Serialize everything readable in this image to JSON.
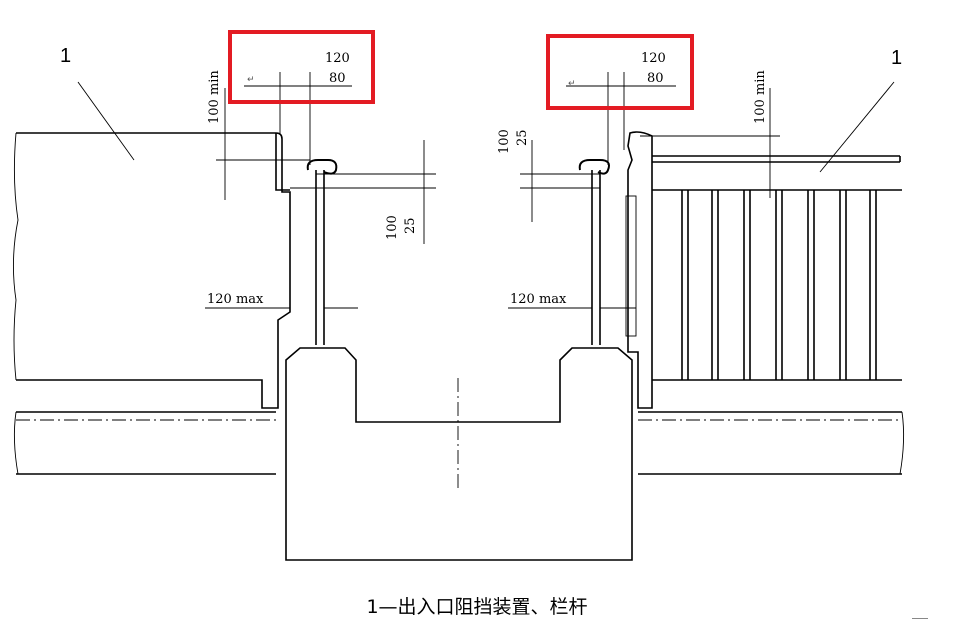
{
  "labels": {
    "item_left": "1",
    "item_right": "1"
  },
  "dimensions": {
    "left_top_120": "120",
    "left_top_80": "80",
    "right_top_120": "120",
    "right_top_80": "80",
    "left_100min": "100 min",
    "right_100min": "100 min",
    "left_100": "100",
    "left_25": "25",
    "right_100": "100",
    "right_25": "25",
    "left_120max": "120 max",
    "right_120max": "120 max",
    "return_mark": "↵"
  },
  "caption": "1—出入口阻挡装置、栏杆",
  "colors": {
    "highlight": "#e31b23"
  }
}
